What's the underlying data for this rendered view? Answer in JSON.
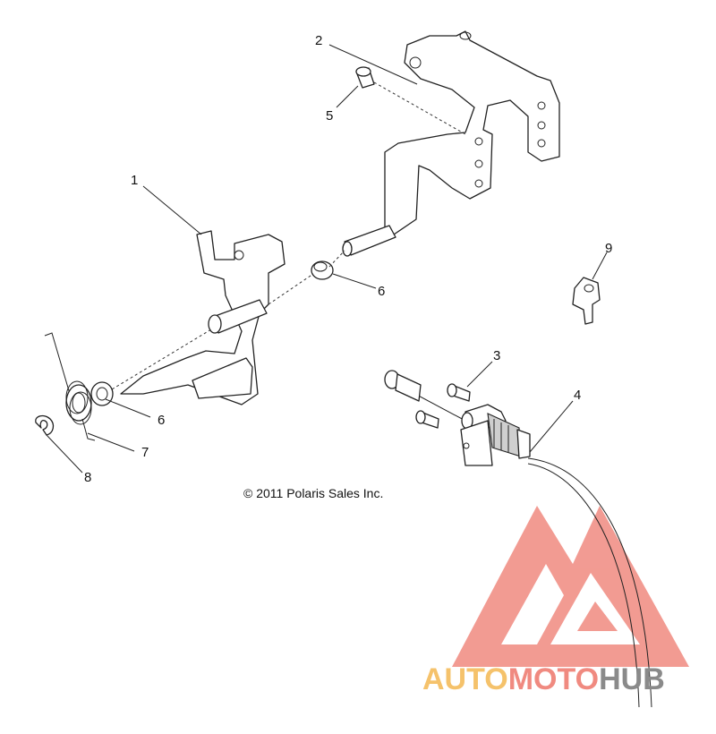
{
  "callouts": [
    {
      "id": "c1",
      "label": "1"
    },
    {
      "id": "c2",
      "label": "2"
    },
    {
      "id": "c3",
      "label": "3"
    },
    {
      "id": "c4",
      "label": "4"
    },
    {
      "id": "c5",
      "label": "5"
    },
    {
      "id": "c6a",
      "label": "6"
    },
    {
      "id": "c6b",
      "label": "6"
    },
    {
      "id": "c7",
      "label": "7"
    },
    {
      "id": "c8",
      "label": "8"
    },
    {
      "id": "c9",
      "label": "9"
    }
  ],
  "copyright": "© 2011 Polaris Sales Inc.",
  "watermark": {
    "part1": "AUTO",
    "part2": "MOTO",
    "part3": "HUB",
    "colors": {
      "auto": "#f5c26b",
      "moto": "#f08a80",
      "hub": "#8a8a8a",
      "logo": "#f07a70"
    }
  }
}
